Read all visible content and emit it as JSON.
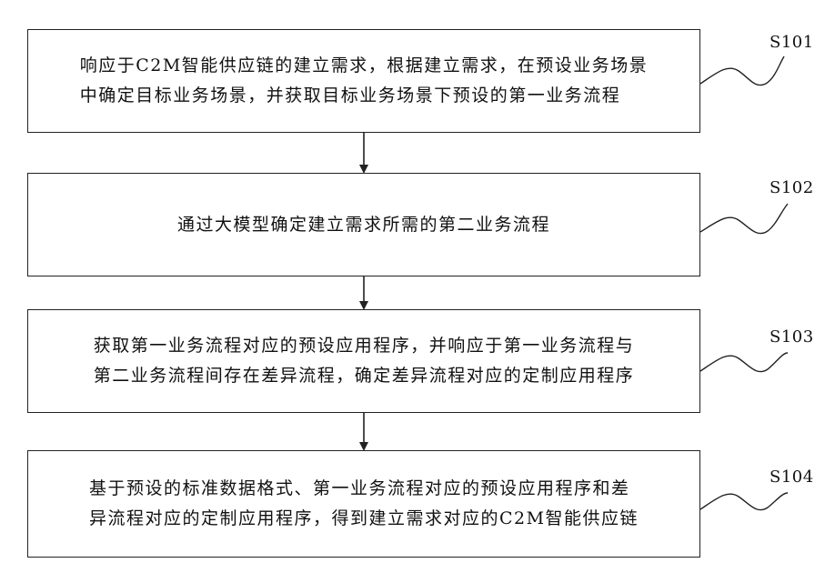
{
  "steps": [
    {
      "id": "S101",
      "text": "响应于C2M智能供应链的建立需求，根据建立需求，在预设业务场景\n中确定目标业务场景，并获取目标业务场景下预设的第一业务流程"
    },
    {
      "id": "S102",
      "text": "通过大模型确定建立需求所需的第二业务流程"
    },
    {
      "id": "S103",
      "text": "获取第一业务流程对应的预设应用程序，并响应于第一业务流程与\n第二业务流程间存在差异流程，确定差异流程对应的定制应用程序"
    },
    {
      "id": "S104",
      "text": "基于预设的标准数据格式、第一业务流程对应的预设应用程序和差\n异流程对应的定制应用程序，得到建立需求对应的C2M智能供应链"
    }
  ]
}
